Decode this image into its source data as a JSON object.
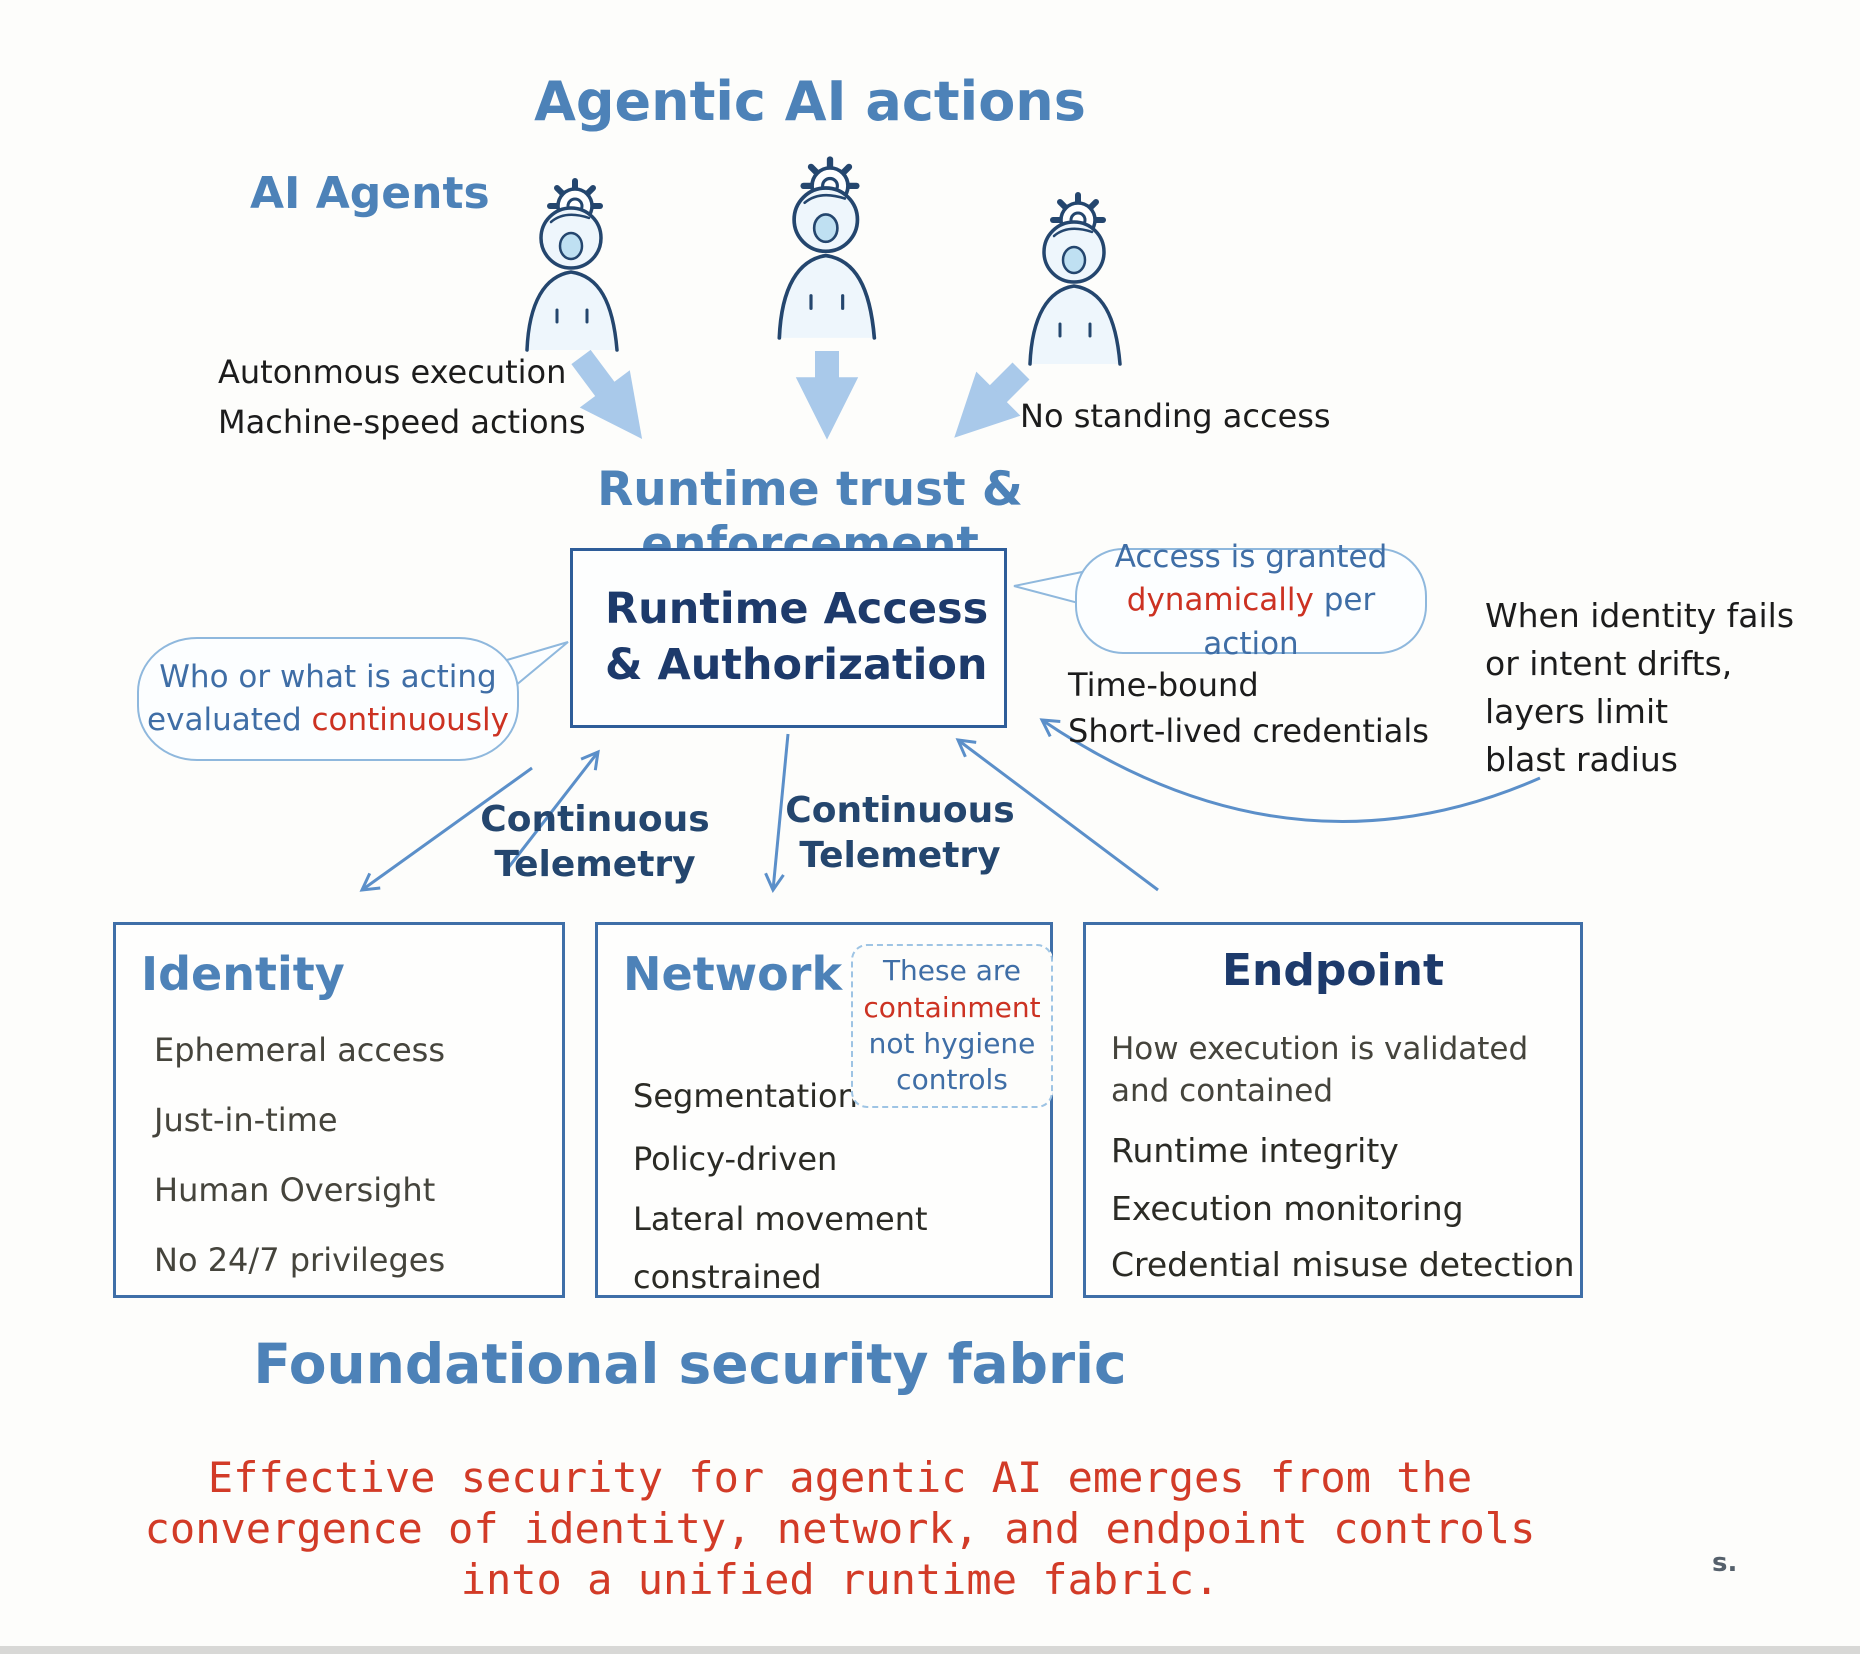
{
  "title": "Agentic AI actions",
  "agents": {
    "label": "AI Agents",
    "icon": "agent-gear-head-icon",
    "note_left_1": "Autonmous execution",
    "note_left_2": "Machine-speed actions",
    "note_right": "No standing access"
  },
  "runtime": {
    "heading": "Runtime trust & enforcement",
    "box_line1": "Runtime Access",
    "box_line2": "& Authorization",
    "left_bubble": {
      "line1": "Who or what is acting",
      "line2_a": "evaluated ",
      "line2_b": "continuously"
    },
    "right_bubble": {
      "line1": "Access is granted",
      "line2_a": "dynamically",
      "line2_b": " per action"
    },
    "cred_lines": "Time-bound\nShort-lived credentials",
    "blast_note": "When identity fails\nor intent drifts,\nlayers limit\nblast radius",
    "telemetry": "Continuous\nTelemetry"
  },
  "pillars": [
    {
      "title": "Identity",
      "items": [
        "Ephemeral access",
        "Just-in-time",
        "Human Oversight",
        "No 24/7 privileges"
      ]
    },
    {
      "title": "Network",
      "items": [
        "Segmentation",
        "Policy-driven",
        "Lateral movement",
        "constrained"
      ],
      "bubble": {
        "line1": "These are",
        "highlight": "containment",
        "line3": "not hygiene",
        "line4": "controls"
      }
    },
    {
      "title": "Endpoint",
      "subtitle": "How execution is validated\nand contained",
      "items": [
        "Runtime integrity",
        "Execution monitoring",
        "Credential misuse detection"
      ]
    }
  ],
  "footer": {
    "fabric": "Foundational security fabric",
    "summary_line1": "Effective security for agentic AI emerges from the",
    "summary_line2": "convergence of identity, network, and endpoint controls",
    "summary_line3": "into a unified runtime fabric.",
    "mark": "s."
  },
  "colors": {
    "accent_blue": "#4d82b8",
    "navy": "#1d3a6b",
    "ink": "#33322e",
    "red": "#cc3222",
    "arrow_fill": "#a9c9ea"
  }
}
